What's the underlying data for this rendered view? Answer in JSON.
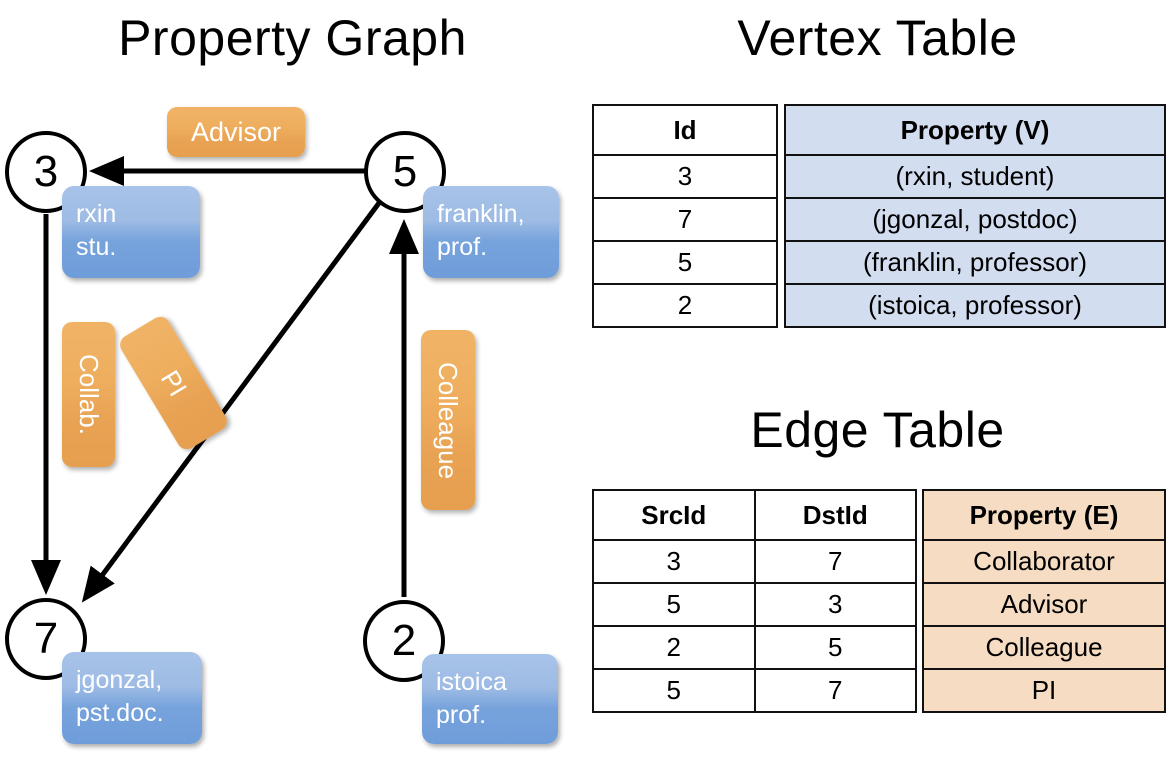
{
  "titles": {
    "property_graph": "Property Graph",
    "vertex_table": "Vertex Table",
    "edge_table": "Edge Table"
  },
  "graph": {
    "nodes": [
      {
        "id": "3",
        "label": "3",
        "property_line1": "rxin",
        "property_line2": "stu."
      },
      {
        "id": "5",
        "label": "5",
        "property_line1": "franklin,",
        "property_line2": "prof."
      },
      {
        "id": "7",
        "label": "7",
        "property_line1": "jgonzal,",
        "property_line2": "pst.doc."
      },
      {
        "id": "2",
        "label": "2",
        "property_line1": "istoica",
        "property_line2": "prof."
      }
    ],
    "edge_labels": [
      {
        "name": "advisor",
        "text": "Advisor"
      },
      {
        "name": "collab",
        "text": "Collab."
      },
      {
        "name": "pi",
        "text": "PI"
      },
      {
        "name": "colleague",
        "text": "Colleague"
      }
    ],
    "edges": [
      {
        "from": "5",
        "to": "3",
        "label": "Advisor"
      },
      {
        "from": "3",
        "to": "7",
        "label": "Collab."
      },
      {
        "from": "5",
        "to": "7",
        "label": "PI"
      },
      {
        "from": "2",
        "to": "5",
        "label": "Colleague"
      }
    ]
  },
  "vertex_table": {
    "headers": [
      "Id",
      "Property (V)"
    ],
    "rows": [
      {
        "id": "3",
        "property": "(rxin, student)"
      },
      {
        "id": "7",
        "property": "(jgonzal, postdoc)"
      },
      {
        "id": "5",
        "property": "(franklin, professor)"
      },
      {
        "id": "2",
        "property": "(istoica, professor)"
      }
    ]
  },
  "edge_table": {
    "headers": [
      "SrcId",
      "DstId",
      "Property (E)"
    ],
    "rows": [
      {
        "src": "3",
        "dst": "7",
        "property": "Collaborator"
      },
      {
        "src": "5",
        "dst": "3",
        "property": "Advisor"
      },
      {
        "src": "2",
        "dst": "5",
        "property": "Colleague"
      },
      {
        "src": "5",
        "dst": "7",
        "property": "PI"
      }
    ]
  },
  "colors": {
    "vertex_box": "#8fb4e3",
    "edge_box": "#eaa455",
    "vertex_table_fill": "#d3ddf0",
    "edge_table_fill": "#f5dcc2",
    "stroke": "#000000"
  }
}
